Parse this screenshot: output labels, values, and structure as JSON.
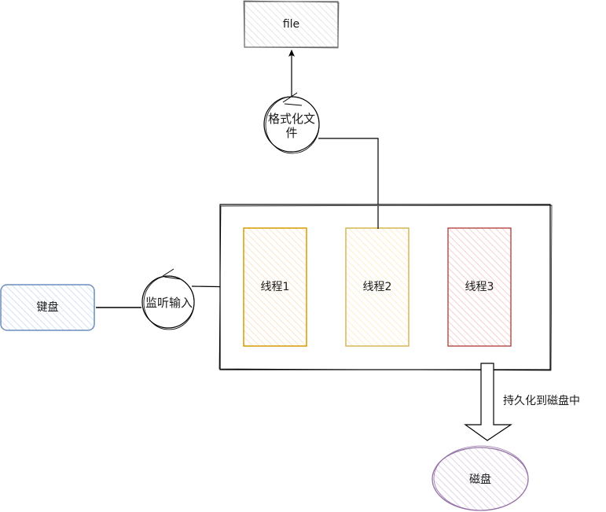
{
  "diagram": {
    "nodes": {
      "file": {
        "label": "file",
        "stroke": "#666666",
        "fill": "#f5f5f5"
      },
      "format": {
        "label": "格式化文件",
        "stroke": "#000000",
        "fill": "#ffffff"
      },
      "keyboard": {
        "label": "键盘",
        "stroke": "#6c8ebf",
        "fill": "#dae8fc"
      },
      "listen": {
        "label": "监听输入",
        "stroke": "#000000",
        "fill": "#ffffff"
      },
      "container": {
        "label": "",
        "stroke": "#000000",
        "fill": "#ffffff"
      },
      "thread1": {
        "label": "线程1",
        "stroke": "#d79b00",
        "fill": "#ffe6cc"
      },
      "thread2": {
        "label": "线程2",
        "stroke": "#d6b656",
        "fill": "#fff2cc"
      },
      "thread3": {
        "label": "线程3",
        "stroke": "#b85450",
        "fill": "#f8cecc"
      },
      "disk": {
        "label": "磁盘",
        "stroke": "#9673a6",
        "fill": "#e1d5e7"
      }
    },
    "edges": {
      "persist_label": "持久化到磁盘中"
    }
  }
}
